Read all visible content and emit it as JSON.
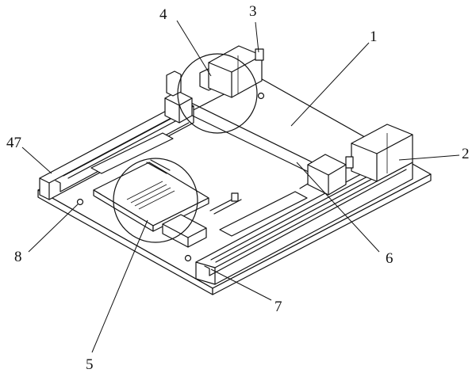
{
  "figure": {
    "labels": [
      {
        "id": "label-1",
        "text": "1"
      },
      {
        "id": "label-2",
        "text": "2"
      },
      {
        "id": "label-3",
        "text": "3"
      },
      {
        "id": "label-4",
        "text": "4"
      },
      {
        "id": "label-5",
        "text": "5"
      },
      {
        "id": "label-6",
        "text": "6"
      },
      {
        "id": "label-7",
        "text": "7"
      },
      {
        "id": "label-8",
        "text": "8"
      },
      {
        "id": "label-47",
        "text": "47"
      }
    ]
  },
  "colors": {
    "line": "#111111",
    "background": "#ffffff"
  }
}
